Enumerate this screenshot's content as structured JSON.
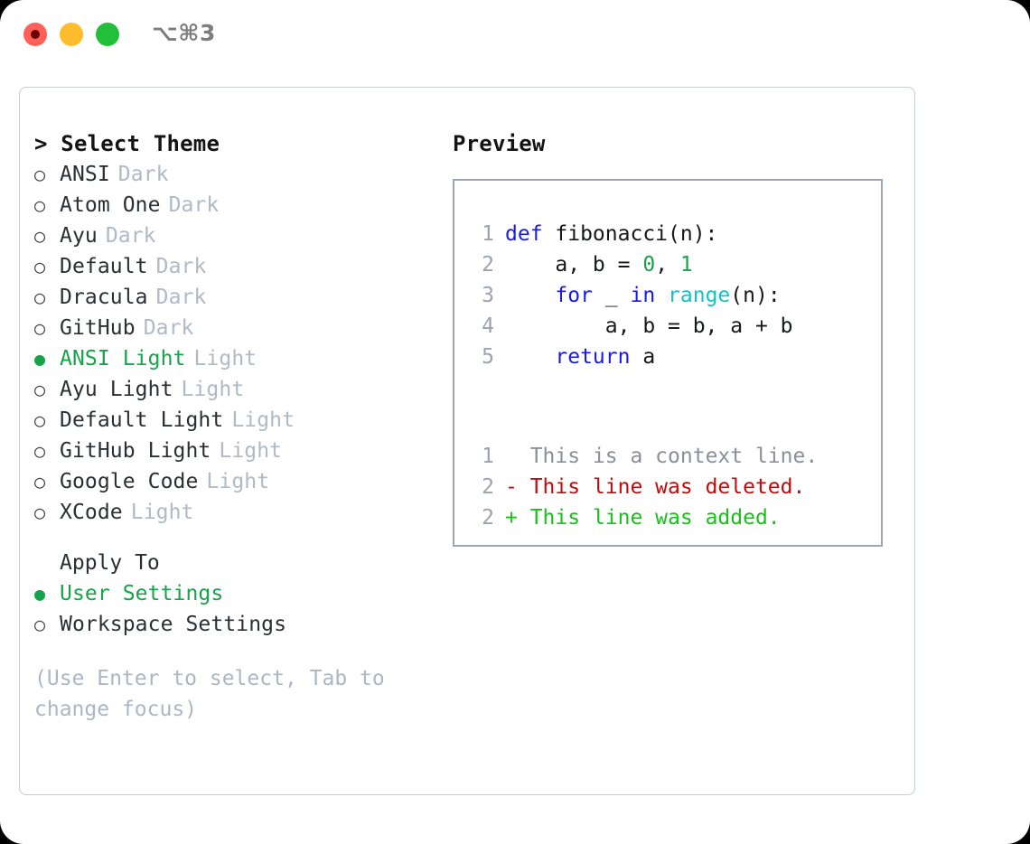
{
  "titlebar": {
    "shortcut": "⌥⌘3",
    "lights": [
      {
        "name": "close",
        "color": "#ff6159"
      },
      {
        "name": "minimize",
        "color": "#ffbd2e"
      },
      {
        "name": "maximize",
        "color": "#22c03a"
      }
    ]
  },
  "left": {
    "heading": "> Select Theme",
    "themes": [
      {
        "bullet": "○",
        "label": "ANSI",
        "meta": "Dark",
        "selected": false
      },
      {
        "bullet": "○",
        "label": "Atom One",
        "meta": "Dark",
        "selected": false
      },
      {
        "bullet": "○",
        "label": "Ayu",
        "meta": "Dark",
        "selected": false
      },
      {
        "bullet": "○",
        "label": "Default",
        "meta": "Dark",
        "selected": false
      },
      {
        "bullet": "○",
        "label": "Dracula",
        "meta": "Dark",
        "selected": false
      },
      {
        "bullet": "○",
        "label": "GitHub",
        "meta": "Dark",
        "selected": false
      },
      {
        "bullet": "●",
        "label": "ANSI Light",
        "meta": "Light",
        "selected": true
      },
      {
        "bullet": "○",
        "label": "Ayu Light",
        "meta": "Light",
        "selected": false
      },
      {
        "bullet": "○",
        "label": "Default Light",
        "meta": "Light",
        "selected": false
      },
      {
        "bullet": "○",
        "label": "GitHub Light",
        "meta": "Light",
        "selected": false
      },
      {
        "bullet": "○",
        "label": "Google Code",
        "meta": "Light",
        "selected": false
      },
      {
        "bullet": "○",
        "label": "XCode",
        "meta": "Light",
        "selected": false
      }
    ],
    "apply_to_heading": "Apply To",
    "apply_to": [
      {
        "bullet": "●",
        "label": "User Settings",
        "selected": true
      },
      {
        "bullet": "○",
        "label": "Workspace Settings",
        "selected": false
      }
    ],
    "hint": "(Use Enter to select, Tab to change focus)"
  },
  "right": {
    "heading": "Preview",
    "code_lines": [
      {
        "n": "1",
        "tokens": [
          {
            "t": "def ",
            "k": "kw"
          },
          {
            "t": "fibonacci(n):",
            "k": "txt"
          }
        ]
      },
      {
        "n": "2",
        "tokens": [
          {
            "t": "    a, b = ",
            "k": "txt"
          },
          {
            "t": "0",
            "k": "num"
          },
          {
            "t": ", ",
            "k": "txt"
          },
          {
            "t": "1",
            "k": "num"
          }
        ]
      },
      {
        "n": "3",
        "tokens": [
          {
            "t": "    ",
            "k": "txt"
          },
          {
            "t": "for",
            "k": "kw"
          },
          {
            "t": " _ ",
            "k": "txt"
          },
          {
            "t": "in",
            "k": "kw"
          },
          {
            "t": " ",
            "k": "txt"
          },
          {
            "t": "range",
            "k": "fn"
          },
          {
            "t": "(n):",
            "k": "txt"
          }
        ]
      },
      {
        "n": "4",
        "tokens": [
          {
            "t": "        a, b = b, a + b",
            "k": "txt"
          }
        ]
      },
      {
        "n": "5",
        "tokens": [
          {
            "t": "    ",
            "k": "txt"
          },
          {
            "t": "return",
            "k": "kw"
          },
          {
            "t": " a",
            "k": "txt"
          }
        ]
      }
    ],
    "diff_lines": [
      {
        "n": "1",
        "marker": "  ",
        "text": "This is a context line.",
        "kind": "ctx"
      },
      {
        "n": "2",
        "marker": "- ",
        "text": "This line was deleted.",
        "kind": "del"
      },
      {
        "n": "2",
        "marker": "+ ",
        "text": "This line was added.",
        "kind": "add"
      }
    ]
  },
  "colors": {
    "accent_green": "#16a34a",
    "keyword_blue": "#1a1ae6",
    "function_cyan": "#16c0c8",
    "number_green": "#16a34a",
    "diff_delete_red": "#c40a0a",
    "diff_add_green": "#16c21a",
    "muted": "#b0b9c6",
    "border": "#9aa5b5"
  }
}
